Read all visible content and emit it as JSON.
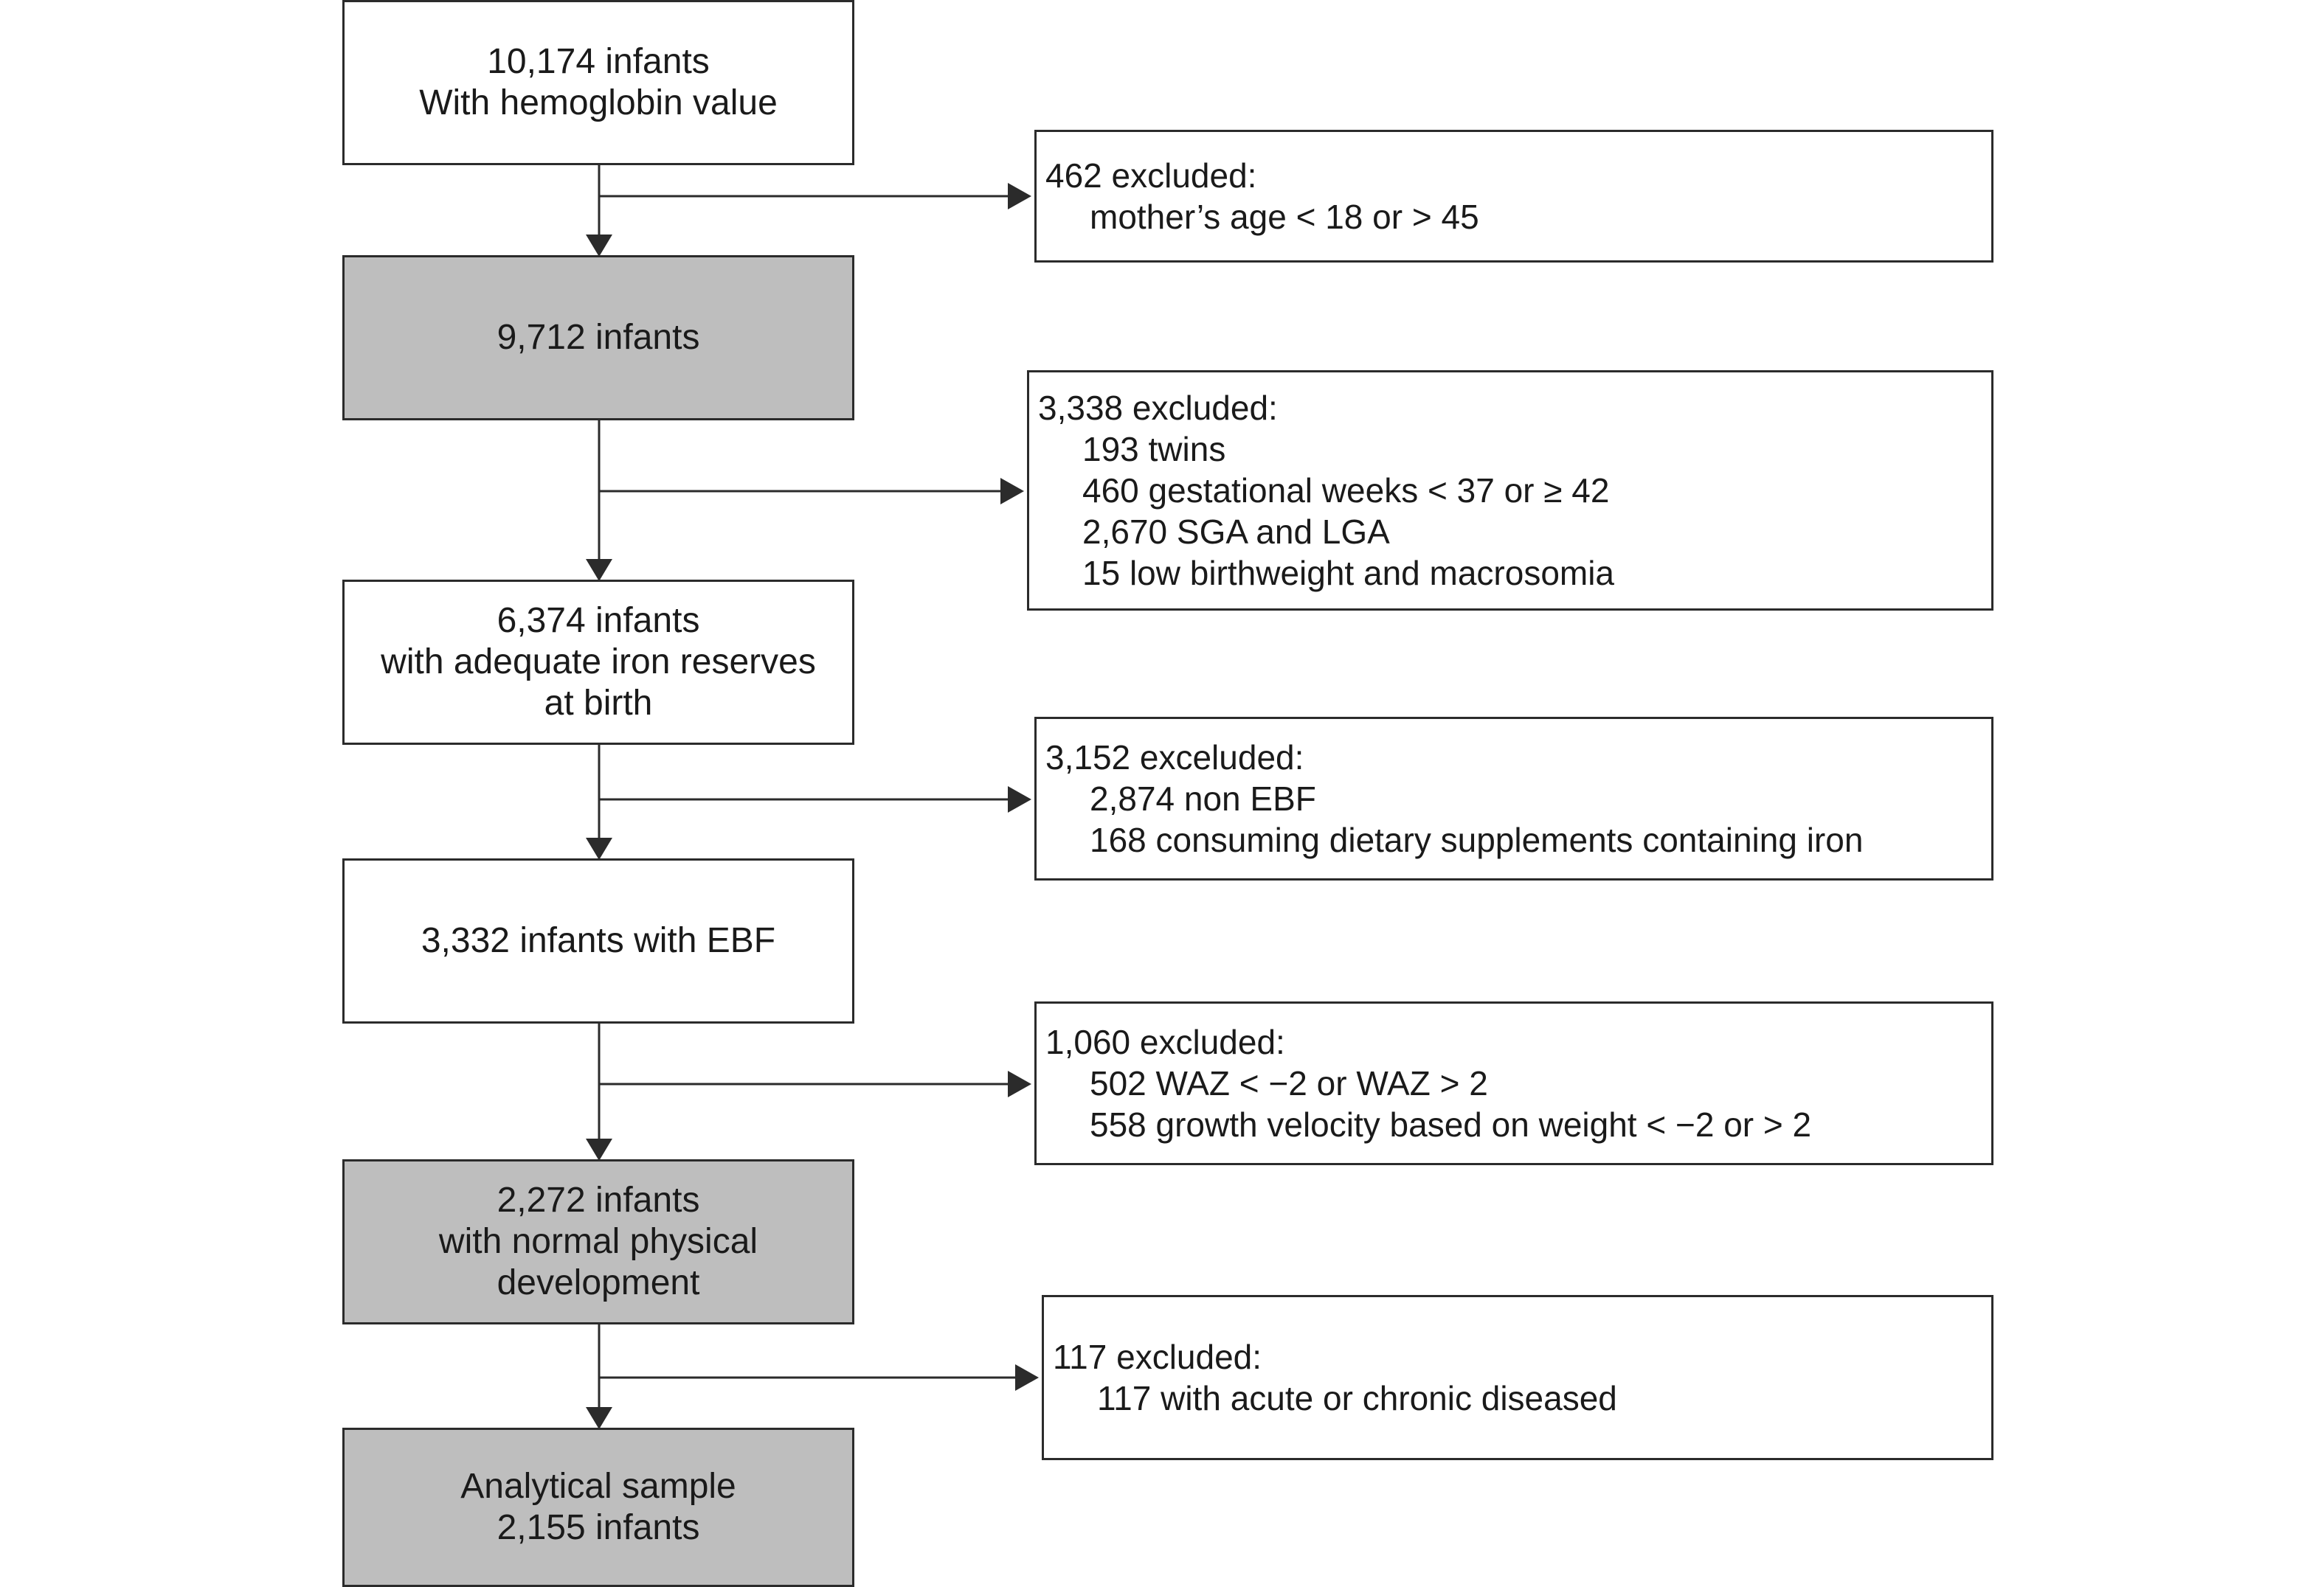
{
  "flowchart": {
    "main_boxes": [
      {
        "lines": [
          "10,174 infants",
          "With hemoglobin value"
        ],
        "shaded": false
      },
      {
        "lines": [
          "9,712 infants"
        ],
        "shaded": true
      },
      {
        "lines": [
          "6,374 infants",
          "with adequate iron reserves",
          "at birth"
        ],
        "shaded": false
      },
      {
        "lines": [
          "3,332 infants with EBF"
        ],
        "shaded": false
      },
      {
        "lines": [
          "2,272 infants",
          "with normal physical",
          "development"
        ],
        "shaded": true
      },
      {
        "lines": [
          "Analytical sample",
          "2,155 infants"
        ],
        "shaded": true
      }
    ],
    "exclusions": [
      {
        "header": "462 excluded:",
        "items": [
          "mother’s age < 18 or > 45"
        ]
      },
      {
        "header": "3,338 excluded:",
        "items": [
          "193 twins",
          "460 gestational weeks < 37 or ≥ 42",
          "2,670 SGA and LGA",
          "15 low birthweight and macrosomia"
        ]
      },
      {
        "header": "3,152 exceluded:",
        "items": [
          "2,874 non EBF",
          "168 consuming dietary supplements containing iron"
        ]
      },
      {
        "header": "1,060 excluded:",
        "items": [
          "502 WAZ < −2 or WAZ > 2",
          "558 growth velocity based on weight < −2 or > 2"
        ]
      },
      {
        "header": "117 excluded:",
        "items": [
          "117 with acute or chronic diseased"
        ]
      }
    ]
  }
}
